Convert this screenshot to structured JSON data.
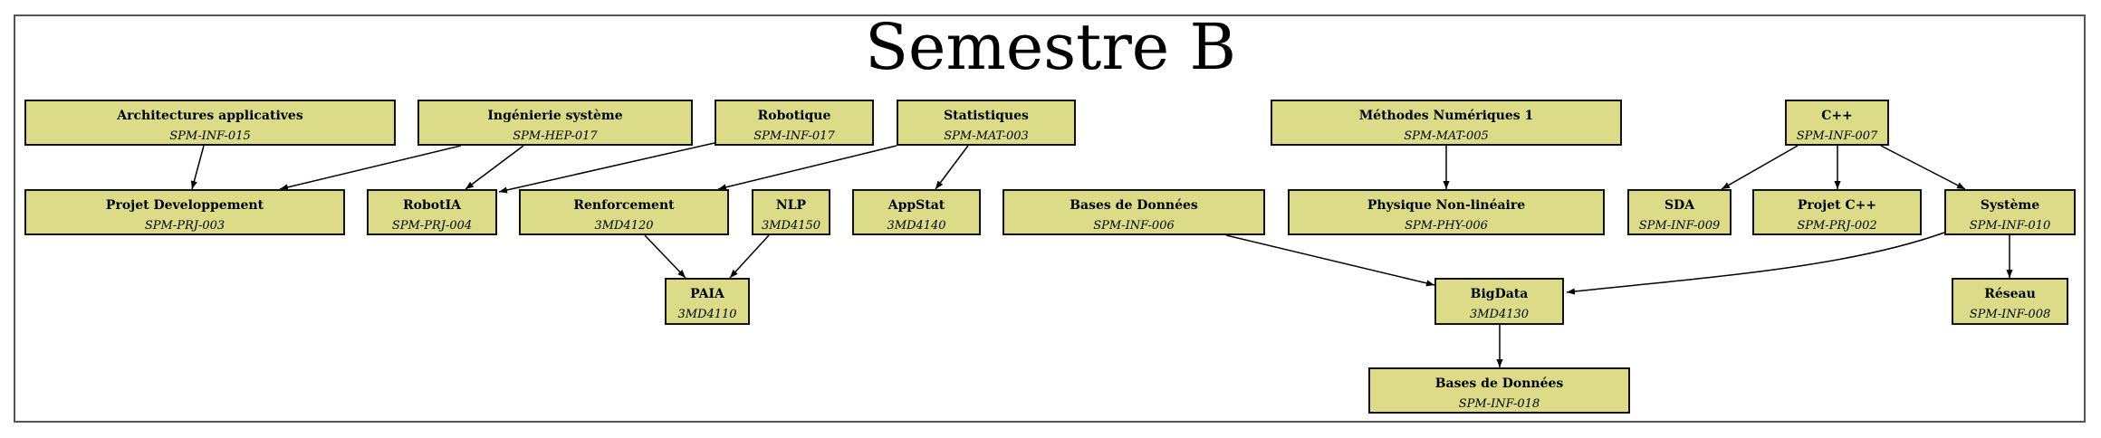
{
  "title": "Semestre B",
  "nodes": {
    "arch": {
      "name": "Architectures applicatives",
      "code": "SPM-INF-015"
    },
    "ing": {
      "name": "Ingénierie système",
      "code": "SPM-HEP-017"
    },
    "robotique": {
      "name": "Robotique",
      "code": "SPM-INF-017"
    },
    "stats": {
      "name": "Statistiques",
      "code": "SPM-MAT-003"
    },
    "methodes": {
      "name": "Méthodes Numériques 1",
      "code": "SPM-MAT-005"
    },
    "cpp": {
      "name": "C++",
      "code": "SPM-INF-007"
    },
    "projetdev": {
      "name": "Projet Developpement",
      "code": "SPM-PRJ-003"
    },
    "robotia": {
      "name": "RobotIA",
      "code": "SPM-PRJ-004"
    },
    "renforcement": {
      "name": "Renforcement",
      "code": "3MD4120"
    },
    "nlp": {
      "name": "NLP",
      "code": "3MD4150"
    },
    "appstat": {
      "name": "AppStat",
      "code": "3MD4140"
    },
    "bdd006": {
      "name": "Bases de Données",
      "code": "SPM-INF-006"
    },
    "physique": {
      "name": "Physique Non-linéaire",
      "code": "SPM-PHY-006"
    },
    "sda": {
      "name": "SDA",
      "code": "SPM-INF-009"
    },
    "projetcpp": {
      "name": "Projet C++",
      "code": "SPM-PRJ-002"
    },
    "systeme": {
      "name": "Système",
      "code": "SPM-INF-010"
    },
    "paia": {
      "name": "PAIA",
      "code": "3MD4110"
    },
    "bigdata": {
      "name": "BigData",
      "code": "3MD4130"
    },
    "reseau": {
      "name": "Réseau",
      "code": "SPM-INF-008"
    },
    "bdd018": {
      "name": "Bases de Données",
      "code": "SPM-INF-018"
    }
  },
  "edges": [
    [
      "arch",
      "projetdev"
    ],
    [
      "ing",
      "projetdev"
    ],
    [
      "ing",
      "robotia"
    ],
    [
      "robotique",
      "robotia"
    ],
    [
      "stats",
      "renforcement"
    ],
    [
      "stats",
      "appstat"
    ],
    [
      "renforcement",
      "paia"
    ],
    [
      "nlp",
      "paia"
    ],
    [
      "methodes",
      "physique"
    ],
    [
      "cpp",
      "sda"
    ],
    [
      "cpp",
      "projetcpp"
    ],
    [
      "cpp",
      "systeme"
    ],
    [
      "bdd006",
      "bigdata"
    ],
    [
      "systeme",
      "bigdata"
    ],
    [
      "systeme",
      "reseau"
    ],
    [
      "bigdata",
      "bdd018"
    ]
  ],
  "colors": {
    "node_fill": "#dcdc88",
    "border": "#111111",
    "frame": "#555555"
  }
}
